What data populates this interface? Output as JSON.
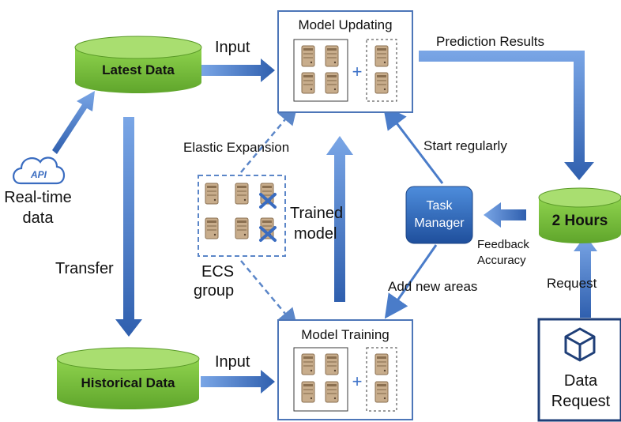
{
  "nodes": {
    "latest_data": "Latest Data",
    "historical_data": "Historical Data",
    "two_hours": "2 Hours",
    "model_updating": "Model Updating",
    "model_training": "Model Training",
    "task_manager_line1": "Task",
    "task_manager_line2": "Manager",
    "api_badge": "API",
    "realtime_line1": "Real-time",
    "realtime_line2": "data",
    "ecs_line1": "ECS",
    "ecs_line2": "group",
    "data_request_line1": "Data",
    "data_request_line2": "Request",
    "plus_sign": "+"
  },
  "edges": {
    "input_top": "Input",
    "input_bottom": "Input",
    "prediction_results": "Prediction Results",
    "elastic_expansion": "Elastic Expansion",
    "start_regularly": "Start regularly",
    "trained_line1": "Trained",
    "trained_line2": "model",
    "transfer": "Transfer",
    "feedback_line1": "Feedback",
    "feedback_line2": "Accuracy",
    "add_new_areas": "Add new areas",
    "request": "Request"
  },
  "colors": {
    "arrow_blue": "#3f73c9",
    "cylinder_green": "#7cc23f",
    "cylinder_top": "#a7dd6b",
    "task_manager_blue": "#2e6bbf",
    "dashed_blue": "#5b86c8",
    "server_tan": "#b89a78"
  }
}
